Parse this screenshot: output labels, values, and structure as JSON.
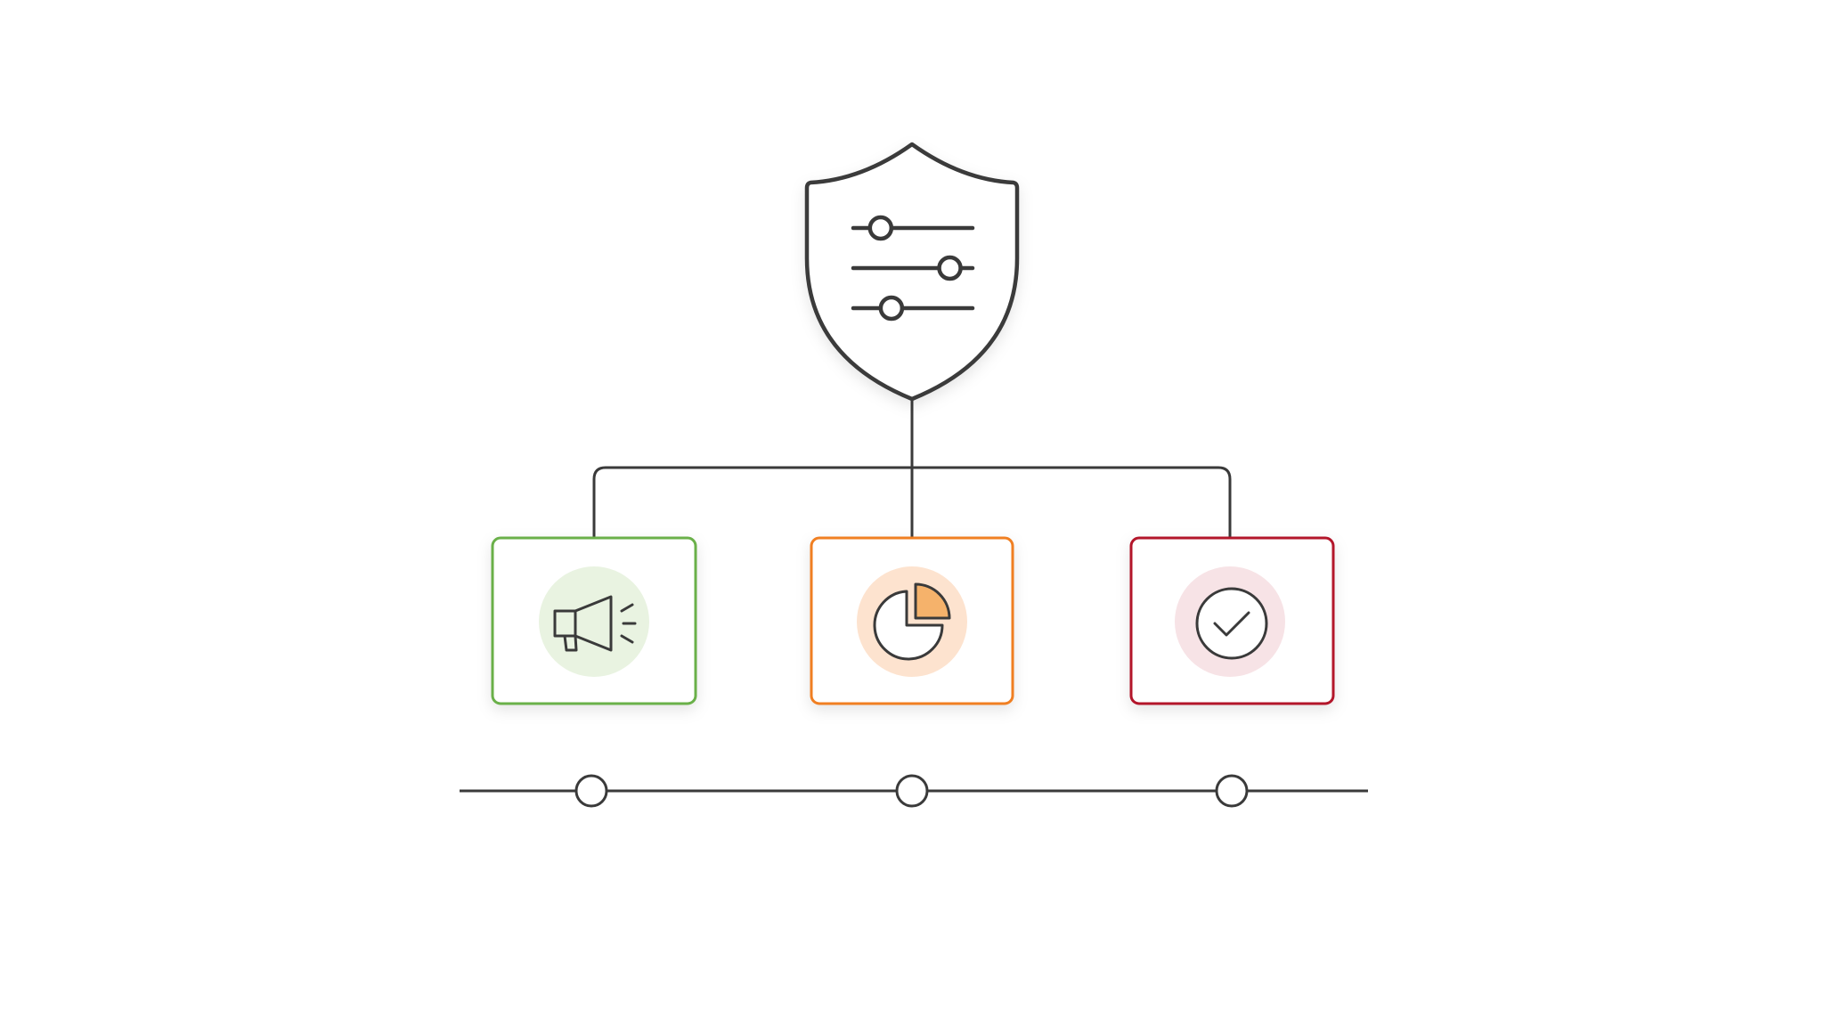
{
  "diagram": {
    "root": {
      "icon": "shield-sliders-icon",
      "stroke_color": "#3a3a3a",
      "slider_levels": [
        0.23,
        0.81,
        0.32
      ]
    },
    "children": [
      {
        "id": "announce",
        "icon": "megaphone-icon",
        "accent_color": "#6bb04a",
        "badge_color": "#e9f3e1"
      },
      {
        "id": "analytics",
        "icon": "pie-chart-icon",
        "accent_color": "#f07f22",
        "badge_color": "#fde3cf",
        "highlight_color": "#f5b26b"
      },
      {
        "id": "approve",
        "icon": "check-circle-icon",
        "accent_color": "#b3132b",
        "badge_color": "#f7e3e6"
      }
    ],
    "timeline": {
      "line_color": "#3a3a3a",
      "node_count": 3
    }
  }
}
